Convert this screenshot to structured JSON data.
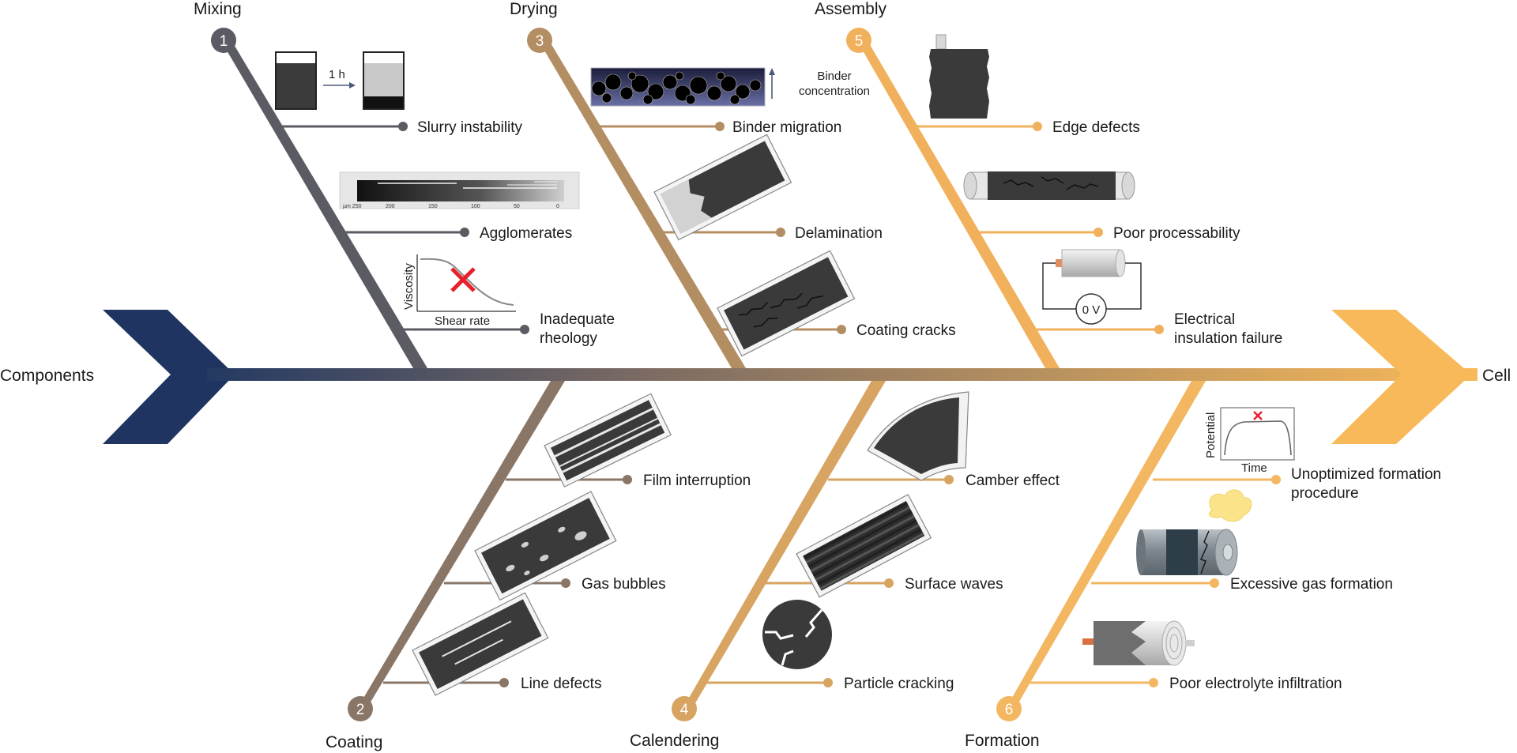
{
  "ends": {
    "start": "Components",
    "end": "Cell"
  },
  "colors": {
    "start_arrow": "#1f3460",
    "spine_start": "#243a63",
    "spine_mid": "#7d6c63",
    "spine_end": "#f8b95a",
    "mixing": "#5b5b63",
    "coating": "#8a7666",
    "drying": "#b48e63",
    "calendering": "#d7a462",
    "assembly": "#f1b15c",
    "formation": "#f3b762",
    "fault_red": "#e8202a",
    "sample_dark": "#3a3a3a"
  },
  "stages": [
    {
      "id": "mixing",
      "num": "1",
      "name": "Mixing",
      "causes": [
        "Slurry instability",
        "Agglomerates",
        "Inadequate\nrheology"
      ]
    },
    {
      "id": "coating",
      "num": "2",
      "name": "Coating",
      "causes": [
        "Film interruption",
        "Gas bubbles",
        "Line defects"
      ]
    },
    {
      "id": "drying",
      "num": "3",
      "name": "Drying",
      "causes": [
        "Binder migration",
        "Delamination",
        "Coating cracks"
      ]
    },
    {
      "id": "calendering",
      "num": "4",
      "name": "Calendering",
      "causes": [
        "Camber effect",
        "Surface waves",
        "Particle cracking"
      ]
    },
    {
      "id": "assembly",
      "num": "5",
      "name": "Assembly",
      "causes": [
        "Edge defects",
        "Poor processability",
        "Electrical\ninsulation failure"
      ]
    },
    {
      "id": "formation",
      "num": "6",
      "name": "Formation",
      "causes": [
        "Unoptimized formation\nprocedure",
        "Excessive gas formation",
        "Poor electrolyte infiltration"
      ]
    }
  ],
  "illustrations": {
    "slurry_time": "1 h",
    "agglomerate_scale": [
      "µm 250",
      "200",
      "150",
      "100",
      "50",
      "0"
    ],
    "rheology_y": "Viscosity",
    "rheology_x": "Shear rate",
    "binder_label": "Binder\nconcentration",
    "insulation_meter": "0 V",
    "formation_y": "Potential",
    "formation_x": "Time",
    "icons": [
      "beaker-icon",
      "grindometer-icon",
      "x-mark-icon",
      "electrode-sheet-icon",
      "pouch-cell-icon",
      "cylindrical-cell-icon",
      "voltmeter-icon",
      "particle-icon"
    ]
  }
}
